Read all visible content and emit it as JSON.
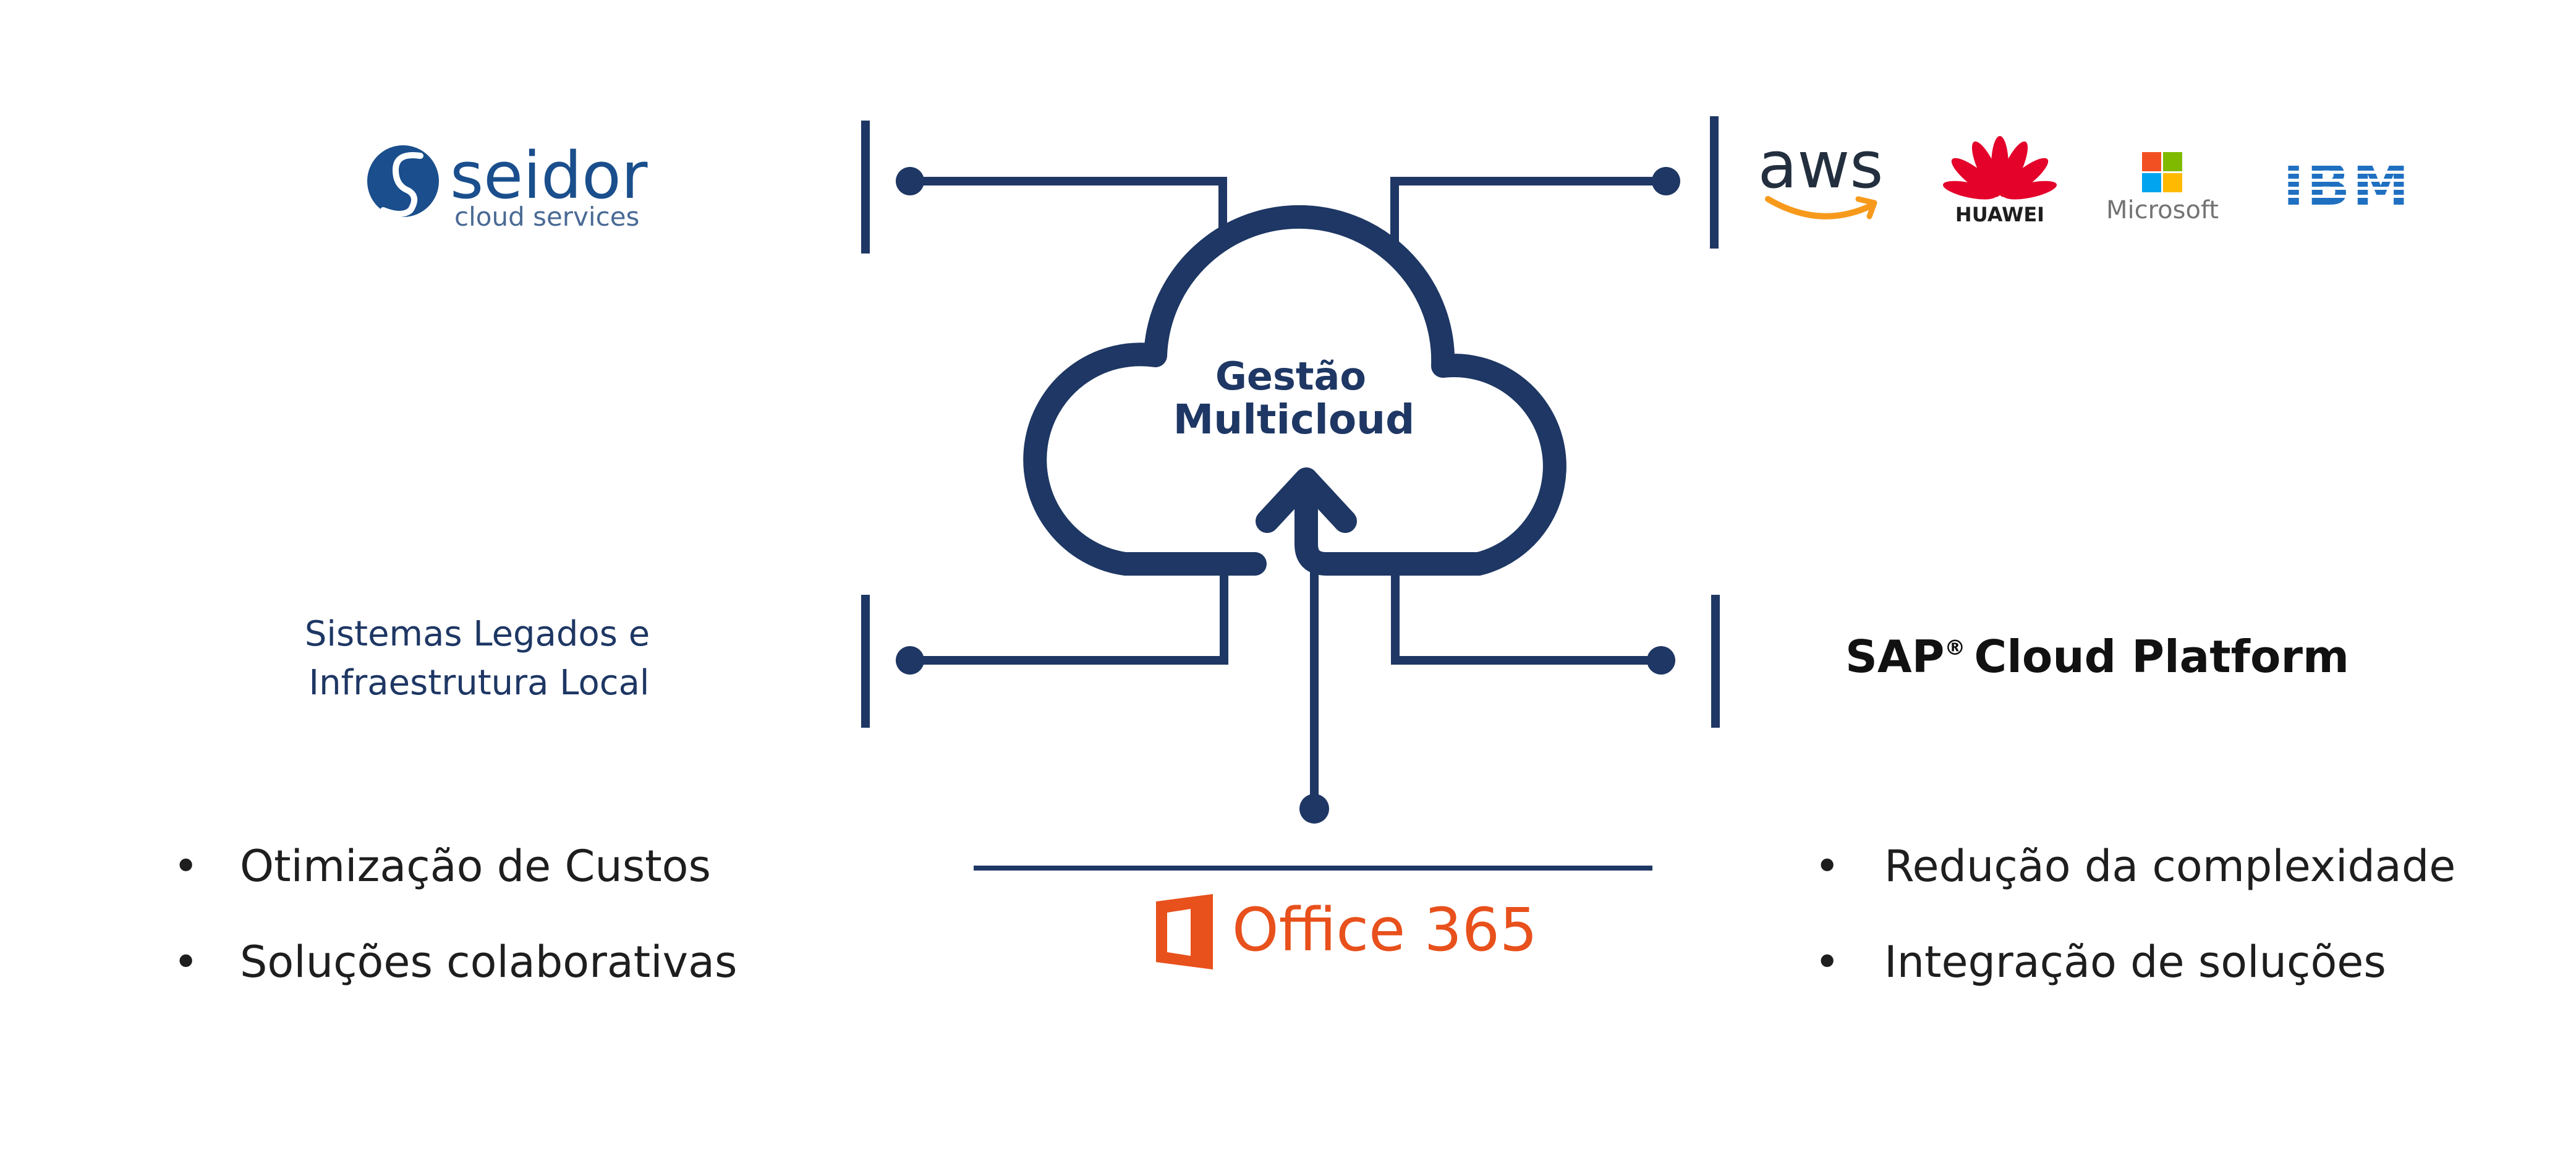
{
  "colors": {
    "navy": "#1e3764",
    "seidor_blue": "#1a4e8c",
    "aws_orange": "#f79a1b",
    "huawei_red": "#e4022a",
    "ibm_blue": "#1f70c1",
    "office_orange": "#e8501c",
    "ms_red": "#f25022",
    "ms_green": "#7fba00",
    "ms_blue": "#00a4ef",
    "ms_yellow": "#ffb900",
    "text_dark": "#1e1e1e"
  },
  "center": {
    "title_line1": "Gestão",
    "title_line2": "Multicloud"
  },
  "logos": {
    "seidor": {
      "name": "seidor",
      "tagline": "cloud services"
    },
    "aws": "aws",
    "huawei": "HUAWEI",
    "microsoft": "Microsoft",
    "ibm": "IBM",
    "sap": {
      "brand": "SAP",
      "mark": "®",
      "product": "Cloud Platform"
    },
    "office": "Office 365"
  },
  "legacy": {
    "line1": "Sistemas Legados e",
    "line2": "Infraestrutura Local"
  },
  "benefits_left": [
    "Otimização de Custos",
    "Soluções colaborativas"
  ],
  "benefits_right": [
    "Redução da complexidade",
    "Integração de soluções"
  ],
  "bullet": "•"
}
